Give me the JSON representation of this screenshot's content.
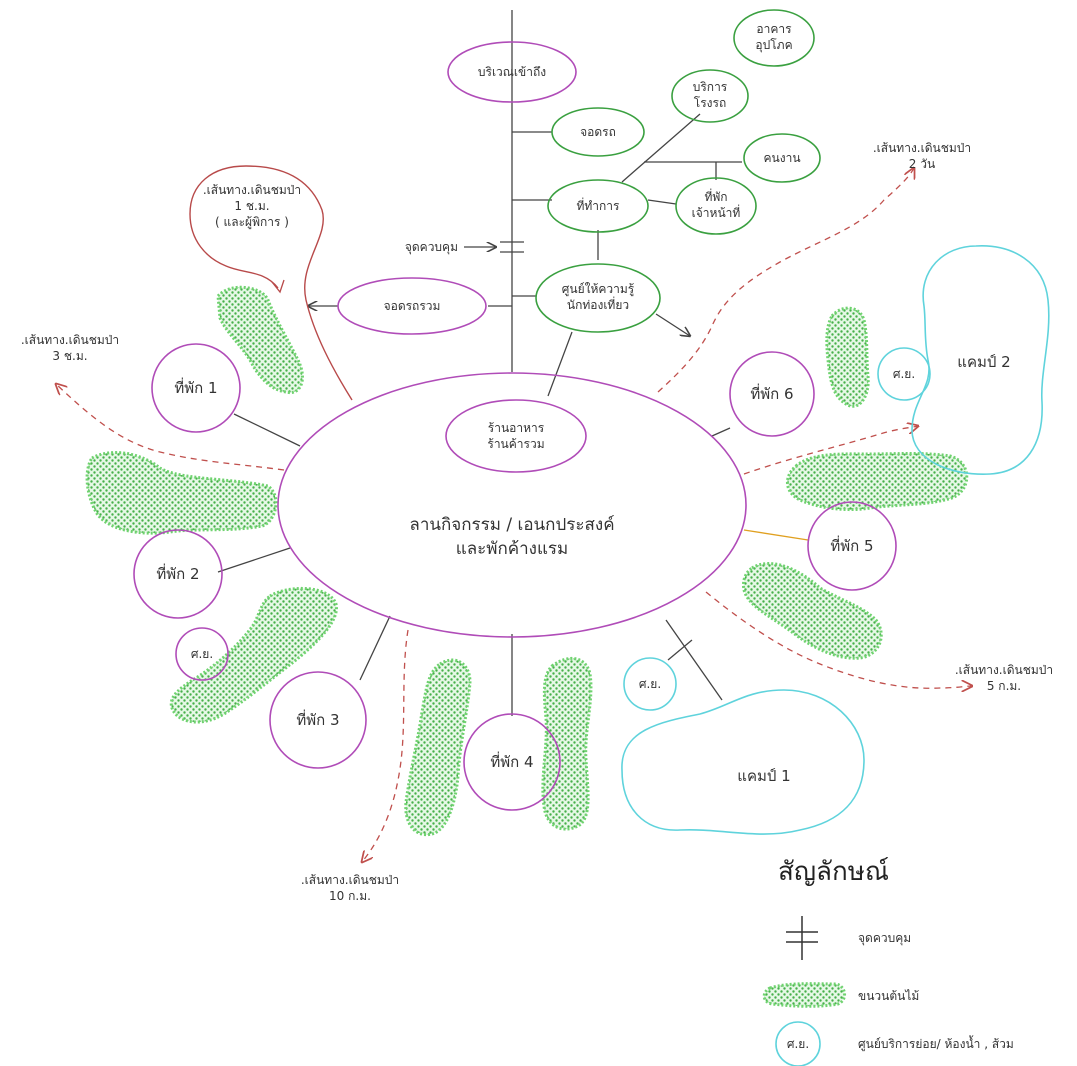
{
  "colors": {
    "accommodation": "#b04cb8",
    "service": "#3aa040",
    "camp": "#5fd3dc",
    "trail": "#c0504d",
    "forest": "#7ed87e"
  },
  "nodes": {
    "entrance": "บริเวณเข้าถึง",
    "parking_small": "จอดรถ",
    "vehicle_service": [
      "บริการ",
      "โรงรถ"
    ],
    "utility_building": [
      "อาคาร",
      "อุปโภค"
    ],
    "janitor": "คนงาน",
    "office": "ที่ทำการ",
    "staff_lodging": [
      "ที่พัก",
      "เจ้าหน้าที่"
    ],
    "parking_group": "จอดรถรวม",
    "visitor_center": [
      "ศูนย์ให้ความรู้",
      "นักท่องเที่ยว"
    ],
    "restaurant": [
      "ร้านอาหาร",
      "ร้านค้ารวม"
    ],
    "central_area": [
      "ลานกิจกรรม / เอนกประสงค์",
      "และพักค้างแรม"
    ],
    "checkpoint": "จุดควบคุม",
    "lodges": [
      "ที่พัก 1",
      "ที่พัก 2",
      "ที่พัก 3",
      "ที่พัก 4",
      "ที่พัก 5",
      "ที่พัก 6"
    ],
    "camps": [
      "แคมป์ 1",
      "แคมป์ 2"
    ],
    "restroom_abbr": "ศ.ย."
  },
  "trails": {
    "trail_1h": [
      ".เส้นทาง.เดินชมป่า",
      "1 ช.ม.",
      "( และผู้พิการ )"
    ],
    "trail_3h": [
      ".เส้นทาง.เดินชมป่า",
      "3 ช.ม."
    ],
    "trail_2d": [
      ".เส้นทาง.เดินชมป่า",
      "2 วัน"
    ],
    "trail_5km": [
      ".เส้นทาง.เดินชมป่า",
      "5 ก.ม."
    ],
    "trail_10km": [
      ".เส้นทาง.เดินชมป่า",
      "10 ก.ม."
    ]
  },
  "legend": {
    "title": "สัญลักษณ์",
    "checkpoint": "จุดควบคุม",
    "forest": "ขนวนต้นไม้",
    "restroom": "ศูนย์บริการย่อย/ ห้องน้ำ , ส้วม",
    "restroom_abbr": "ศ.ย."
  }
}
